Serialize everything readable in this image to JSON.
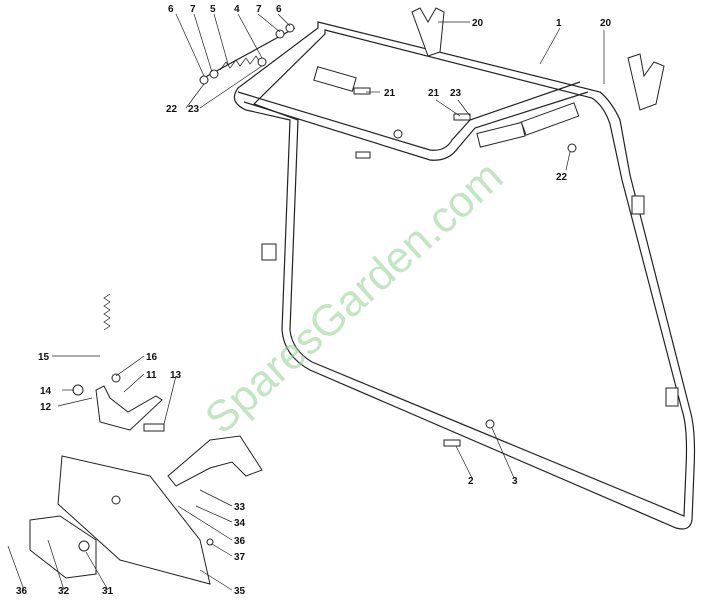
{
  "watermark": "SparesGarden.com",
  "callouts": [
    "6",
    "7",
    "5",
    "4",
    "7",
    "6",
    "22",
    "23",
    "20",
    "1",
    "20",
    "21",
    "21",
    "23",
    "22",
    "15",
    "16",
    "14",
    "11",
    "13",
    "12",
    "2",
    "3",
    "33",
    "34",
    "36",
    "37",
    "36",
    "32",
    "31",
    "35"
  ]
}
